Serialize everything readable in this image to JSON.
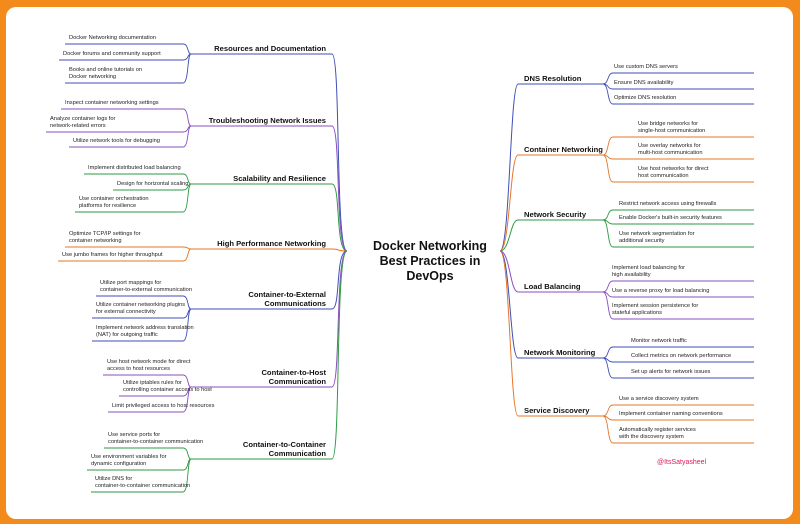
{
  "central_title": "Docker Networking Best Practices in DevOps",
  "handle": "@ItsSatyasheel",
  "colors": {
    "background": "#f28a1c",
    "panel": "#ffffff",
    "blue": "#3f4fb6",
    "orange": "#e6772a",
    "green": "#2f9a45",
    "purple": "#8a4fbf",
    "handle": "#e0185a"
  },
  "left_branches": [
    {
      "title": "Resources and Documentation",
      "color": "blue",
      "leaves": [
        "Docker Networking documentation",
        "Docker forums and community support",
        "Books and online tutorials on Docker networking"
      ]
    },
    {
      "title": "Troubleshooting Network Issues",
      "color": "purple",
      "leaves": [
        "Inspect container networking settings",
        "Analyze container logs for network-related errors",
        "Utilize network tools for debugging"
      ]
    },
    {
      "title": "Scalability and Resilience",
      "color": "green",
      "leaves": [
        "Implement distributed load balancing",
        "Design for horizontal scaling",
        "Use container orchestration platforms for resilience"
      ]
    },
    {
      "title": "High Performance Networking",
      "color": "orange",
      "leaves": [
        "Optimize TCP/IP settings for container networking",
        "Use jumbo frames for higher throughput"
      ]
    },
    {
      "title": "Container-to-External Communications",
      "color": "blue",
      "leaves": [
        "Utilize port mappings for container-to-external communication",
        "Utilize container networking plugins for external connectivity",
        "Implement network address translation (NAT) for outgoing traffic"
      ]
    },
    {
      "title": "Container-to-Host Communication",
      "color": "purple",
      "leaves": [
        "Use host network mode for direct access to host resources",
        "Utilize iptables rules for controlling container access to host",
        "Limit privileged access to host resources"
      ]
    },
    {
      "title": "Container-to-Container Communication",
      "color": "green",
      "leaves": [
        "Use service ports for container-to-container communication",
        "Use environment variables for dynamic configuration",
        "Utilize DNS for container-to-container communication"
      ]
    }
  ],
  "right_branches": [
    {
      "title": "DNS Resolution",
      "color": "blue",
      "leaves": [
        "Use custom DNS servers",
        "Ensure DNS availability",
        "Optimize DNS resolution"
      ]
    },
    {
      "title": "Container Networking",
      "color": "orange",
      "leaves": [
        "Use bridge networks for single-host communication",
        "Use overlay networks for multi-host communication",
        "Use host networks for direct host communication"
      ]
    },
    {
      "title": "Network Security",
      "color": "green",
      "leaves": [
        "Restrict network access using firewalls",
        "Enable Docker's built-in security features",
        "Use network segmentation for additional security"
      ]
    },
    {
      "title": "Load Balancing",
      "color": "purple",
      "leaves": [
        "Implement load balancing for high availability",
        "Use a reverse proxy for load balancing",
        "Implement session persistence for stateful applications"
      ]
    },
    {
      "title": "Network Monitoring",
      "color": "blue",
      "leaves": [
        "Monitor network traffic",
        "Collect metrics on network performance",
        "Set up alerts for network issues"
      ]
    },
    {
      "title": "Service Discovery",
      "color": "orange",
      "leaves": [
        "Use a service discovery system",
        "Implement container naming conventions",
        "Automatically register services with the discovery system"
      ]
    }
  ]
}
